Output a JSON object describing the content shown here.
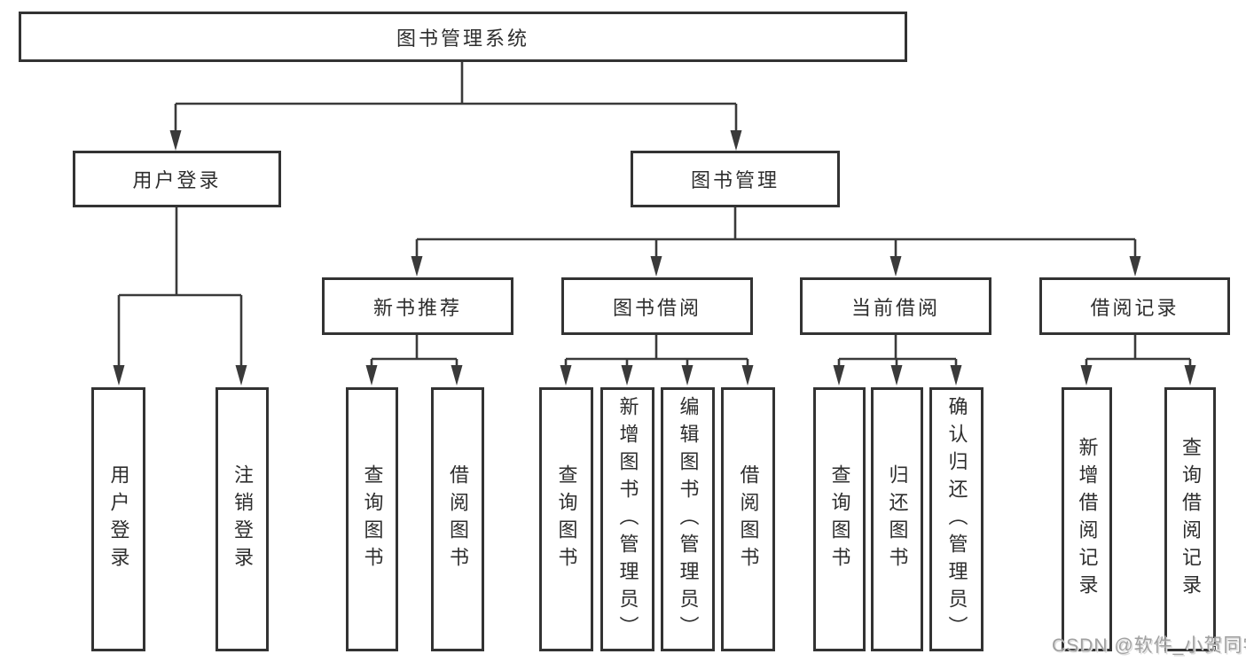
{
  "tree": {
    "label": "图书管理系统",
    "children": [
      {
        "label": "用户登录",
        "children": [
          {
            "label": "用户登录"
          },
          {
            "label": "注销登录"
          }
        ]
      },
      {
        "label": "图书管理",
        "children": [
          {
            "label": "新书推荐",
            "children": [
              {
                "label": "查询图书"
              },
              {
                "label": "借阅图书"
              }
            ]
          },
          {
            "label": "图书借阅",
            "children": [
              {
                "label": "查询图书"
              },
              {
                "label": "新增图书（管理员）"
              },
              {
                "label": "编辑图书（管理员）"
              },
              {
                "label": "借阅图书"
              }
            ]
          },
          {
            "label": "当前借阅",
            "children": [
              {
                "label": "查询图书"
              },
              {
                "label": "归还图书"
              },
              {
                "label": "确认归还（管理员）"
              }
            ]
          },
          {
            "label": "借阅记录",
            "children": [
              {
                "label": "新增借阅记录"
              },
              {
                "label": "查询借阅记录"
              }
            ]
          }
        ]
      }
    ]
  },
  "watermark": "CSDN @软件_小贺同学",
  "colors": {
    "line": "#3a3a3a",
    "box_border": "#333333",
    "text": "#2e2e2e",
    "background": "#ffffff",
    "watermark": "#a0a0a0"
  }
}
